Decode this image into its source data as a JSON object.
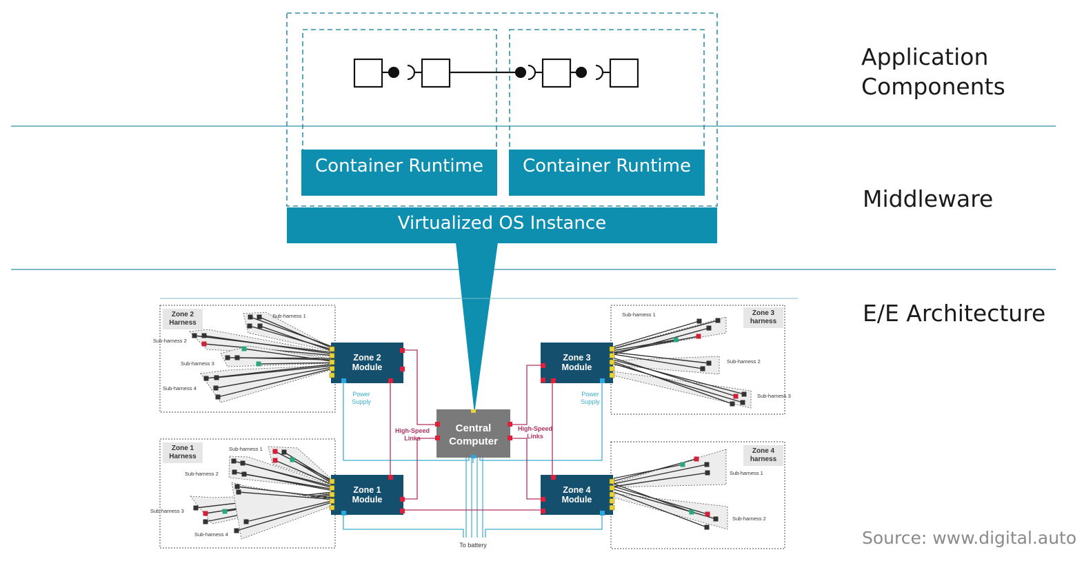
{
  "layers": {
    "application": "Application\nComponents",
    "middleware": "Middleware",
    "ee": "E/E Architecture"
  },
  "runtimes": [
    "Container Runtime",
    "Container Runtime"
  ],
  "vos": "Virtualized OS Instance",
  "source": "Source: www.digital.auto",
  "ee_diagram": {
    "central": [
      "Central",
      "Computer"
    ],
    "links_label": [
      "High-Speed",
      "Links"
    ],
    "power_label": [
      "Power",
      "Supply"
    ],
    "battery": "To battery",
    "zones": {
      "z2": {
        "module": [
          "Zone 2",
          "Module"
        ],
        "harness": [
          "Zone 2",
          "Harness"
        ],
        "subs": [
          "Sub-harness 1",
          "Sub-harness 2",
          "Sub-harness 3",
          "Sub-harness 4"
        ]
      },
      "z3": {
        "module": [
          "Zone 3",
          "Module"
        ],
        "harness": [
          "Zone 3",
          "harness"
        ],
        "subs": [
          "Sub-harness 1",
          "Sub-harness 2",
          "Sub-harness 3"
        ]
      },
      "z1": {
        "module": [
          "Zone 1",
          "Module"
        ],
        "harness": [
          "Zone 1",
          "Harness"
        ],
        "subs": [
          "Sub-harness 1",
          "Sub-harness 2",
          "Sub-harness 3",
          "Sub-harness 4"
        ]
      },
      "z4": {
        "module": [
          "Zone 4",
          "Module"
        ],
        "harness": [
          "Zone 4",
          "harness"
        ],
        "subs": [
          "Sub-harness 1",
          "Sub-harness 2"
        ]
      }
    }
  },
  "colors": {
    "teal": "#0e8fb0",
    "teal_line": "#2a8fa5",
    "module": "#14506e",
    "central": "#7a7a7a",
    "link": "#b03060",
    "power": "#3aaecf"
  }
}
